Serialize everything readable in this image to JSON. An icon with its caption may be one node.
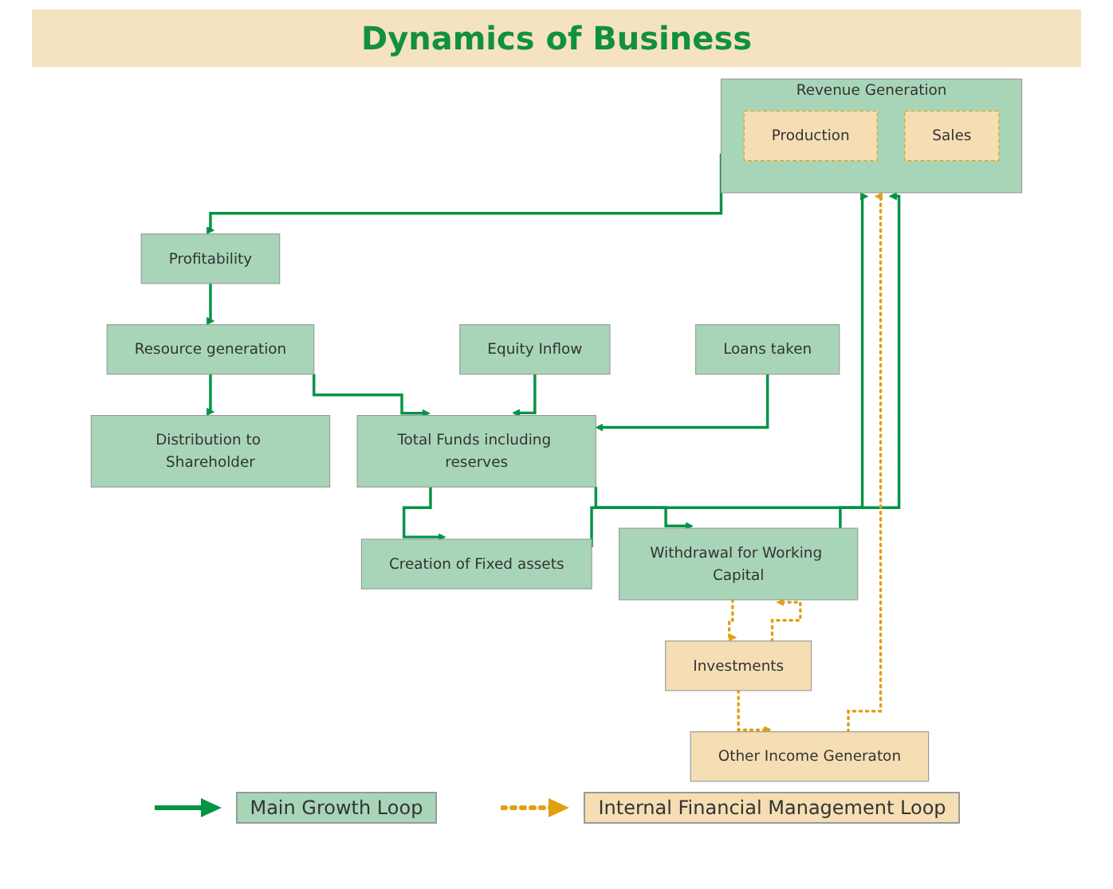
{
  "diagram": {
    "title": "Dynamics of Business",
    "nodes": [
      {
        "text": [
          "Equity Inflow"
        ]
      },
      {
        "text": [
          "Loans taken"
        ]
      },
      {
        "text": [
          "Creation of Fixed assets"
        ]
      },
      {
        "text": [
          "Withdrawal for Working Capital"
        ]
      },
      {
        "text": [
          "Total Funds including reserves"
        ]
      },
      {
        "text": [
          "Revenue Generation"
        ]
      },
      {
        "text": [
          "Production"
        ],
        "in": 5
      },
      {
        "text": [
          "Sales"
        ],
        "in": 5
      },
      {
        "text": [
          "Distribution to Shareholder"
        ]
      },
      {
        "text": [
          "Investments"
        ]
      },
      {
        "text": [
          "Other Income Generaton"
        ]
      },
      {
        "text": [
          "Resource generation"
        ]
      },
      {
        "text": [
          "Profitability"
        ]
      }
    ],
    "edges": [
      {
        "from": 0,
        "to": 4,
        "arrow": "to"
      },
      {
        "from": 1,
        "to": 4,
        "arrow": "to"
      },
      {
        "from": 4,
        "to": 2,
        "arrow": "to"
      },
      {
        "from": 4,
        "to": 3,
        "arrow": "to"
      },
      {
        "from": 2,
        "to": 5,
        "arrow": "to"
      },
      {
        "from": 3,
        "to": 5,
        "arrow": "to"
      },
      {
        "from": 3,
        "to": 9,
        "arrow": "to",
        "style": "dashed",
        "color": "#e0a010"
      },
      {
        "from": 9,
        "to": 3,
        "arrow": "to",
        "style": "dashed",
        "color": "#e0a010"
      },
      {
        "from": 9,
        "to": 10,
        "arrow": "to",
        "style": "dashed",
        "color": "#e0a010"
      },
      {
        "from": 10,
        "to": 5,
        "arrow": "to",
        "style": "dashed",
        "color": "#e0a010"
      },
      {
        "from": 5,
        "to": 12,
        "arrow": "to"
      },
      {
        "from": 12,
        "to": 11,
        "arrow": "to"
      },
      {
        "from": 11,
        "to": 8,
        "arrow": "to"
      },
      {
        "from": 11,
        "to": 4,
        "arrow": "to"
      }
    ],
    "legend": [
      {
        "text": "Main Growth Loop",
        "color": "#a8d5b8"
      },
      {
        "text": "Internal Financial Management Loop",
        "color": "#f5deb3"
      }
    ]
  }
}
